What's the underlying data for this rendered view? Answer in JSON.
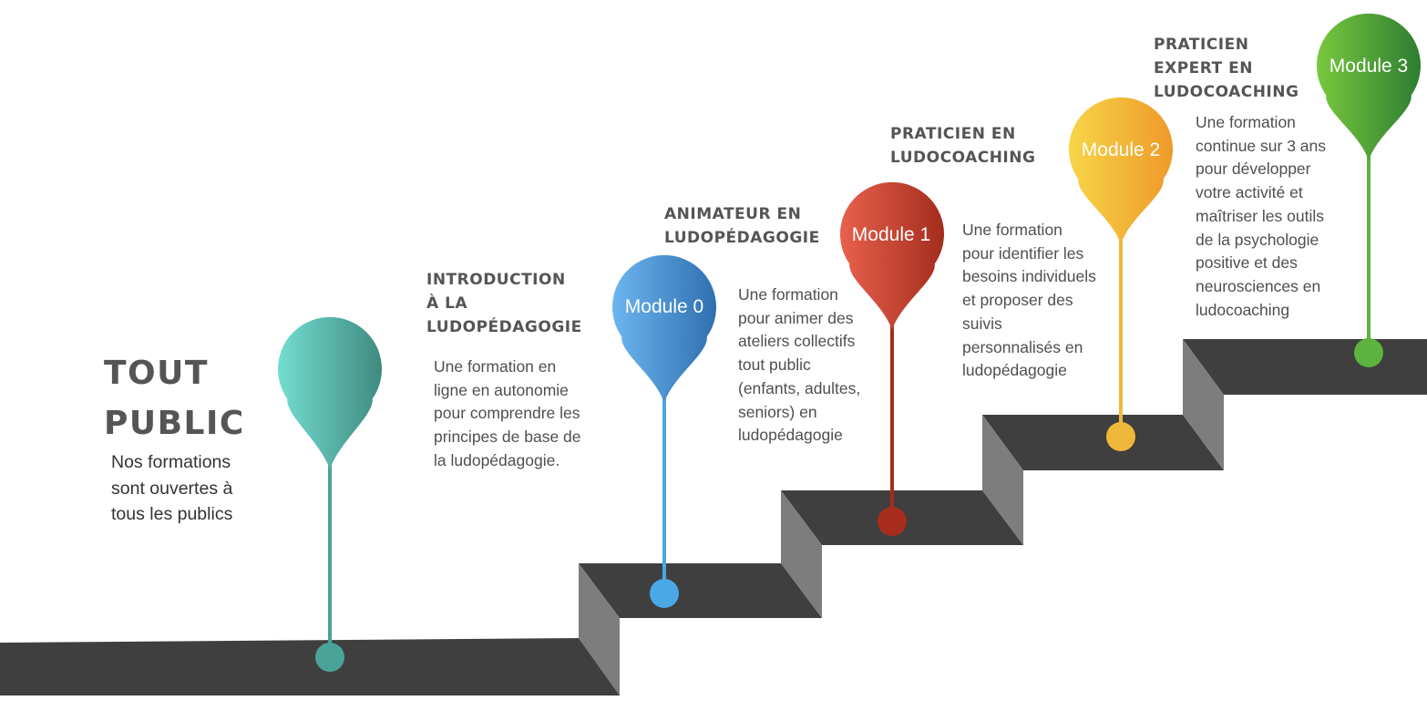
{
  "audience": {
    "title": "TOUT\nPUBLIC",
    "description": "Nos formations\nsont ouvertes à\ntous les publics",
    "color": "#4aa399"
  },
  "modules": [
    {
      "label": "",
      "heading": "INTRODUCTION\nÀ LA\nLUDOPÉDAGOGIE",
      "description": "Une formation en\nligne en autonomie\npour comprendre les\nprincipes de base de\nla ludopédagogie.",
      "color_light": "#74ddd0",
      "color_dark": "#3f8a80",
      "stem_color": "#4aa399"
    },
    {
      "label": "Module 0",
      "heading": "ANIMATEUR EN\nLUDOPÉDAGOGIE",
      "description": "Une formation\npour animer des\nateliers collectifs\ntout public\n(enfants, adultes,\nseniors) en\nludopédagogie",
      "color_light": "#6cb6f0",
      "color_dark": "#2f6fb0",
      "stem_color": "#4aa8e6"
    },
    {
      "label": "Module 1",
      "heading": "PRATICIEN EN\nLUDOCOACHING",
      "description": "Une formation\npour identifier les\nbesoins individuels\net proposer des\nsuivis\npersonnalisés en\nludopédagogie",
      "color_light": "#e8614d",
      "color_dark": "#a42d1e",
      "stem_color": "#a82c1c"
    },
    {
      "label": "Module 2",
      "heading": "",
      "description": "",
      "color_light": "#f7d547",
      "color_dark": "#ee9a2a",
      "stem_color": "#f0b83a"
    },
    {
      "label": "Module 3",
      "heading": "PRATICIEN\nEXPERT EN\nLUDOCOACHING",
      "description": "Une formation\ncontinue sur 3 ans\npour développer\nvotre activité et\nmaîtriser les outils\nde la psychologie\npositive et des\nneurosciences en\nludocoaching",
      "color_light": "#78c83e",
      "color_dark": "#2e7d32",
      "stem_color": "#5cb33e"
    }
  ],
  "stairs": {
    "top_color": "#3f3f3f",
    "riser_color": "#7d7d7d"
  }
}
